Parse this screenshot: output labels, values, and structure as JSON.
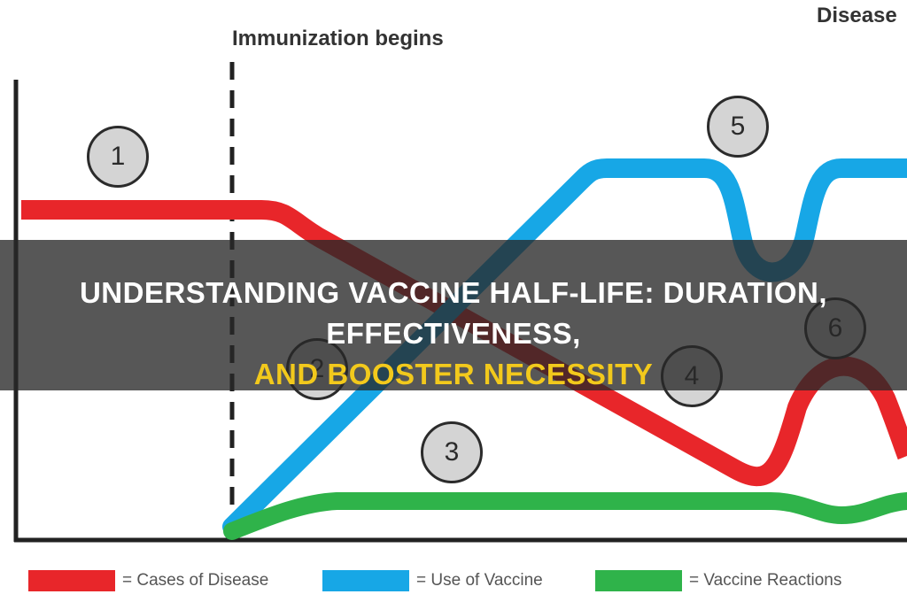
{
  "diagram": {
    "immunization_label": "Immunization begins",
    "disease_label": "Disease",
    "phase_markers": [
      "1",
      "2",
      "3",
      "4",
      "5",
      "6"
    ],
    "colors": {
      "cases": "#e8262a",
      "vaccine": "#17a7e6",
      "reactions": "#2fb34a",
      "axis": "#222222"
    },
    "legend": [
      {
        "label": "= Cases of Disease",
        "color": "#e8262a"
      },
      {
        "label": "= Use of Vaccine",
        "color": "#17a7e6"
      },
      {
        "label": "= Vaccine Reactions",
        "color": "#2fb34a"
      }
    ]
  },
  "banner": {
    "title_line1": "UNDERSTANDING VACCINE HALF-LIFE: DURATION, EFFECTIVENESS,",
    "title_line2": "AND BOOSTER NECESSITY"
  }
}
